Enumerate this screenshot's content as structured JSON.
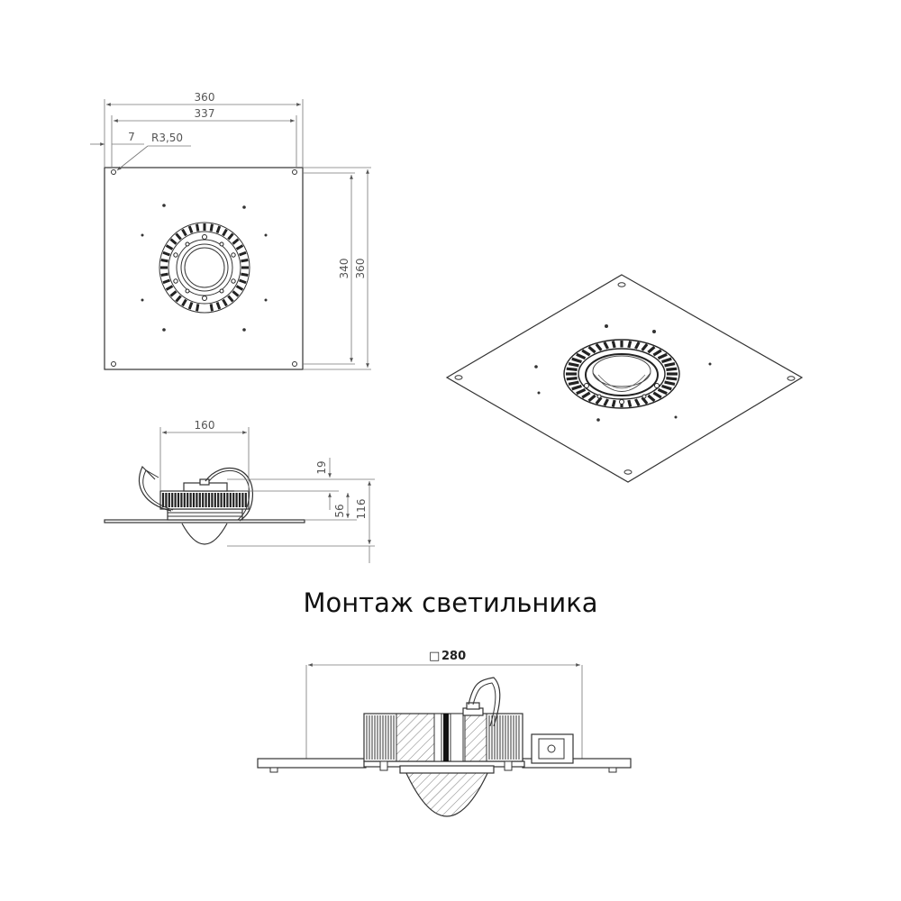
{
  "caption": "Монтаж светильника",
  "colors": {
    "line": "#333333",
    "dim_line": "#777777",
    "dim_text": "#555555",
    "background": "#ffffff"
  },
  "top_view": {
    "dims": {
      "width_total": "360",
      "width_holes": "337",
      "hole_offset": "7",
      "hole_radius": "R3,50",
      "height_holes": "340",
      "height_total": "360"
    }
  },
  "side_view": {
    "dims": {
      "body_width": "160",
      "top_part": "19",
      "body_height": "56",
      "total_height": "116"
    }
  },
  "section_view": {
    "dims": {
      "cutout_symbol": "□",
      "cutout": "280"
    }
  }
}
